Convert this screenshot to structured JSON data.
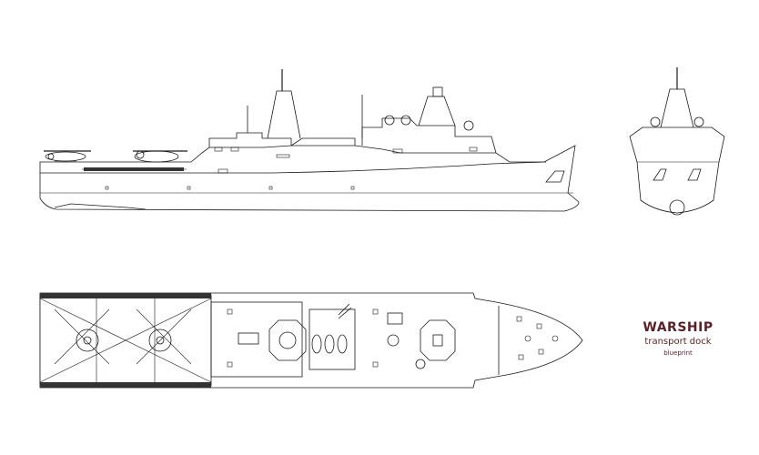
{
  "title": {
    "main": "WARSHIP",
    "sub": "transport dock",
    "note": "blueprint"
  },
  "colors": {
    "line": "#1a1a1a",
    "title": "#5c1f25",
    "deck": "#333333",
    "paper": "#ffffff"
  }
}
